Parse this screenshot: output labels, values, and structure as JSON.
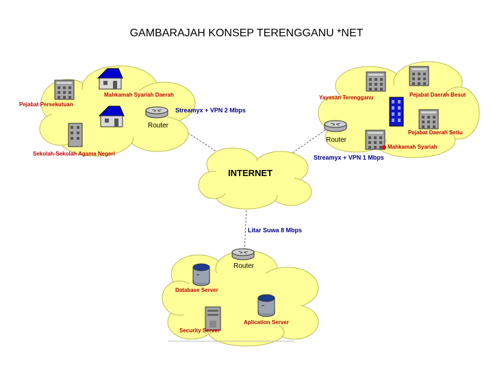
{
  "title": "GAMBARAJAH KONSEP TERENGGANU *NET",
  "clouds": {
    "west": {
      "labels": {
        "mahkamah_syariah_daerah": "Mahkamah Syariah Daerah",
        "pejabat_persekutuan": "Pejabat Persekutuan",
        "sekolah_agama": "Sekolah-Sekolah Agama Negeri"
      },
      "router": "Router"
    },
    "east": {
      "labels": {
        "yayasan_terengganu": "Yayasan Terengganu",
        "pejabat_daerah_besut": "Pejabat Daerah Besut",
        "pejabat_daerah_setiu": "Pejabat Daerah Setiu",
        "mahkamah_syariah": "Mahkamah Syariah"
      },
      "router": "Router"
    },
    "internet": {
      "label": "INTERNET"
    },
    "datacenter": {
      "labels": {
        "database_server": "Database Server",
        "aplication_server": "Aplication Server",
        "security_server": "Security Server"
      },
      "router": "Router"
    }
  },
  "links": {
    "west": "Streamyx + VPN 2 Mbps",
    "east": "Streamyx + VPN 1 Mbps",
    "south": "Litar Suwa 8 Mbps"
  },
  "colors": {
    "cloud": "#ffff99",
    "building": "#a6a6a6",
    "house": "#0000cc",
    "label": "#c00000",
    "link_label": "#00008b"
  },
  "icons": {
    "building": "office-building-icon",
    "house": "house-icon",
    "router": "router-icon",
    "database": "database-cylinder-icon",
    "server": "server-tower-icon"
  }
}
